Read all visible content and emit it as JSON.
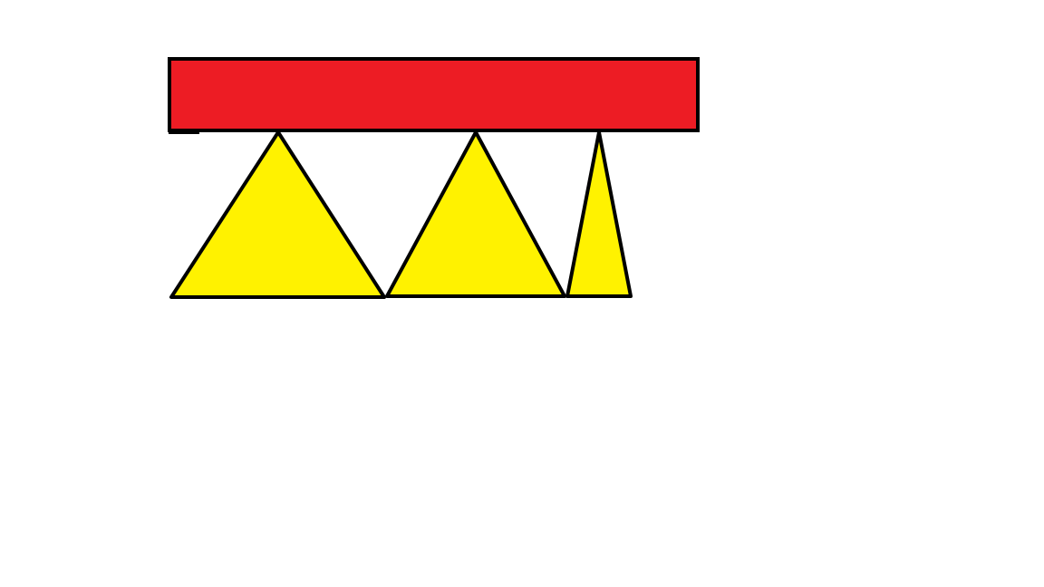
{
  "canvas": {
    "background": "#ffffff"
  },
  "colors": {
    "beam_fill": "#ed1c24",
    "triangle_fill": "#fff200",
    "outline": "#000000"
  },
  "shapes": {
    "beam": {
      "kind": "rectangle",
      "fill": "red"
    },
    "triangles": [
      {
        "kind": "triangle",
        "fill": "yellow"
      },
      {
        "kind": "triangle",
        "fill": "yellow"
      },
      {
        "kind": "triangle",
        "fill": "yellow"
      }
    ]
  }
}
